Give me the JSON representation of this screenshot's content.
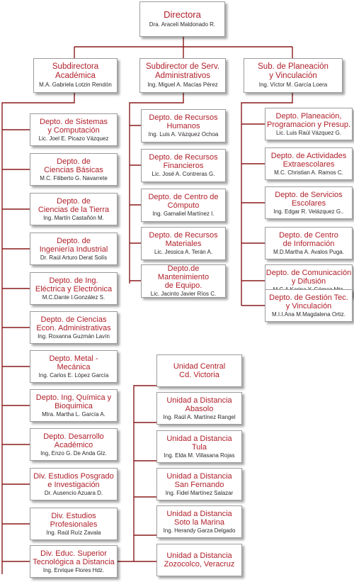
{
  "director": {
    "title": "Directora",
    "name": "Dra. Araceli Maldonado R."
  },
  "subdirectors": [
    {
      "title": "Subdirectora\nAcadémica",
      "name": "M.A. Gabriela Lotzin Rendón"
    },
    {
      "title": "Subdirector de Serv.\nAdministrativos",
      "name": "Ing. Miguel A. Macías Pérez"
    },
    {
      "title": "Sub. de Planeación\ny Vinculación",
      "name": "Ing. Víctor M. García Loera"
    }
  ],
  "academic_depts": [
    {
      "title": "Depto. de  Sistemas\ny Computación",
      "name": "Lic. Joel E. Picazo Vázquez"
    },
    {
      "title": "Depto. de\nCiencias Básicas",
      "name": "M.C. Filiberto G. Navarrete"
    },
    {
      "title": "Depto. de\nCiencias de la Tierra",
      "name": "Ing. Martín Castañón M."
    },
    {
      "title": "Depto. de\nIngeniería Industrial",
      "name": "Dr. Raúl Arturo Derat Solís"
    },
    {
      "title": "Depto. de Ing.\nEléctrica y Electrónica",
      "name": "M.C.Dante I.González S."
    },
    {
      "title": "Depto. de Ciencias\nEcon. Administrativas",
      "name": "Ing. Roxanna Guzmán Lavín"
    },
    {
      "title": "Depto. Metal -\nMecánica",
      "name": "Ing. Carlos E. López García"
    },
    {
      "title": "Depto. Ing, Química y\nBioquimica",
      "name": "Mtra. Martha L. García A."
    },
    {
      "title": "Depto. Desarrollo\nAcadémico",
      "name": "Ing, Enzo G. De Anda Glz."
    },
    {
      "title": "Div. Estudios Posgrado\ne Investigación",
      "name": "Dr. Ausencio Azuara D."
    },
    {
      "title": "Div. Estudios\nProfesionales",
      "name": "Ing. Raúl Ruíz Zavala"
    },
    {
      "title": "Div. Educ. Superior\nTecnológica a Distancia",
      "name": "Ing. Enrique Flores Hdz."
    }
  ],
  "admin_depts": [
    {
      "title": "Depto. de Recursos\nHumanos",
      "name": "Ing. Luis A. Vázquez Ochoa"
    },
    {
      "title": "Depto. de Recursos\nFinancieros",
      "name": "Lic. José A. Contreras G."
    },
    {
      "title": "Depto. de Centro de\nCómputo",
      "name": "Ing. Gamaliel Martínez I."
    },
    {
      "title": "Depto. de Recursos\nMateriales",
      "name": "Lic. Jessica A. Terán A."
    },
    {
      "title": "Depto.de Mantenimiento\nde Equipo.",
      "name": "Lic. Jacinto Javier Ríos C."
    }
  ],
  "planning_depts": [
    {
      "title": "Depto. Planeación,\nProgramacion y Presup.",
      "name": "Lic. Luis Raúl Vázquez G."
    },
    {
      "title": "Depto. de Actividades\nExtraescolares",
      "name": "M.C. Christian A. Ramos C."
    },
    {
      "title": "Depto. de Servicios\nEscolares",
      "name": "Ing. Edgar R. Velázquez G.."
    },
    {
      "title": "Depto. de Centro\nde Información",
      "name": "M.D.Martha A. Avalos Puga."
    },
    {
      "title": "Depto. de Comunicación\ny Difusión",
      "name": "M.C.A Karina Y. Gómez Mtz."
    },
    {
      "title": "Depto. de Gestión Tec.\ny Vinculación",
      "name": "M.I.I.Ana M.Magdalena Ortiz."
    }
  ],
  "units": [
    {
      "title": "Unidad Central\nCd. Victoria",
      "name": ""
    },
    {
      "title": "Unidad a Distancia\nAbasolo",
      "name": "Ing. Raúl A. Martínez Rangel"
    },
    {
      "title": "Unidad a Distancia\nTula",
      "name": "Ing. Elda M. Villasana Rojas"
    },
    {
      "title": "Unidad a Distancia\nSan Fernando",
      "name": "Ing. Fidel  Martínez Salazar"
    },
    {
      "title": "Unidad a Distancia\nSoto la Marina",
      "name": "Ing. Herandy Garza Delgado"
    },
    {
      "title": "Unidad a Distancia\nZozocolco, Veracruz",
      "name": ""
    }
  ]
}
